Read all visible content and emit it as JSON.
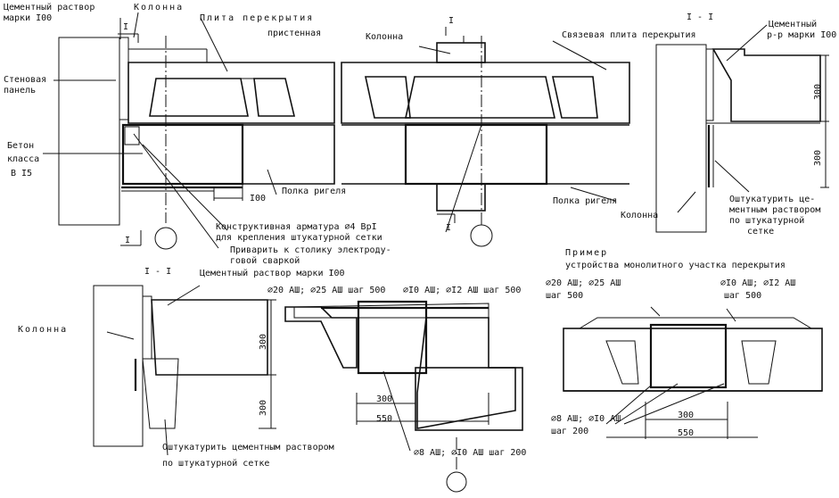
{
  "labels": {
    "cement_mortar_m100": "Цементный раствор",
    "brand_i00": "марки I00",
    "kolonna_spaced": "Колонна",
    "plita_perekrytiya": "Плита перекрытия",
    "pristennaya": "пристенная",
    "stenovaya": "Стеновая",
    "panel": "панель",
    "beton": "Бетон",
    "klassa": "класса",
    "v15": "В I5",
    "section_mark": "I",
    "kolonna_mid": "Колонна",
    "svyazevaya": "Связевая плита перекрытия",
    "section_title": "I - I",
    "cement_short_1": "Цементный",
    "cement_short_2": "р-р марки I00",
    "polka_rigelya_1": "Полка ригеля",
    "polka_rigelya_2": "Полка ригеля",
    "kolonna_right": "Колонна",
    "konstr_1": "Конструктивная арматура ⌀4 ВрI",
    "konstr_2": "для крепления штукатурной сетки",
    "privarit_1": "Приварить к столику электроду-",
    "privarit_2": "говой сваркой",
    "shtuk_1": "Оштукатурить це-",
    "shtuk_2": "ментным раствором",
    "shtuk_3": "по штукатурной",
    "shtuk_4": "сетке",
    "primer_title": "Пример",
    "primer_sub": "устройства монолитного участка перекрытия",
    "cement_m100_full": "Цементный раствор марки I00",
    "kolonna_bottom": "Колонна",
    "rebar_1": "⌀20 АШ; ⌀25 АШ шаг 500",
    "rebar_2": "⌀I0 АШ; ⌀I2 АШ шаг 500",
    "rebar_3_a": "⌀20 АШ; ⌀25 АШ",
    "rebar_3_b": "шаг 500",
    "rebar_4_a": "⌀I0 АШ; ⌀I2 АШ",
    "rebar_4_b": "шаг 500",
    "rebar_5": "⌀8 АШ; ⌀I0 АШ шаг 200",
    "rebar_6_a": "⌀8 АШ; ⌀I0 АШ",
    "rebar_6_b": "шаг 200",
    "shtuk_bottom_1": "Оштукатурить цементным раствором",
    "shtuk_bottom_2": "по штукатурной сетке"
  },
  "dimensions": {
    "d100": "I00",
    "d300_a": "300",
    "d300_b": "300",
    "d300_c": "300",
    "d300_d": "300",
    "d300_e": "300",
    "d550_a": "550",
    "d300_f": "300",
    "d550_b": "550"
  }
}
